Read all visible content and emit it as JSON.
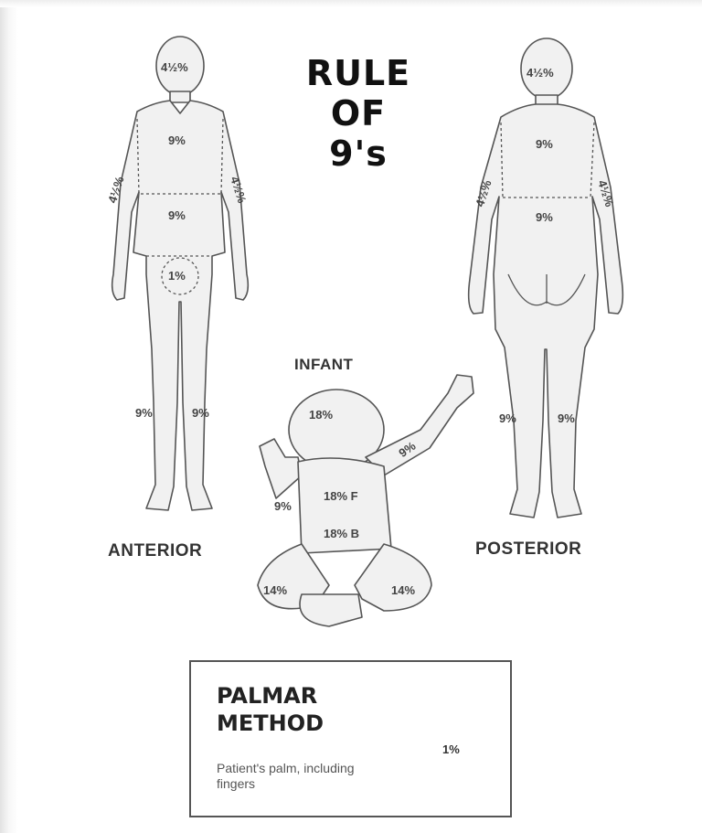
{
  "title": {
    "line1": "RULE",
    "line2": "OF",
    "line3": "9's"
  },
  "labels": {
    "anterior": "ANTERIOR",
    "posterior": "POSTERIOR",
    "infant": "INFANT"
  },
  "anterior": {
    "head": "4½%",
    "chest": "9%",
    "abdomen": "9%",
    "perineum": "1%",
    "left_arm": "4½%",
    "right_arm": "4½%",
    "left_leg": "9%",
    "right_leg": "9%"
  },
  "posterior": {
    "head": "4½%",
    "upper_back": "9%",
    "lower_back": "9%",
    "left_arm": "4½%",
    "right_arm": "4½%",
    "left_leg": "9%",
    "right_leg": "9%"
  },
  "infant": {
    "head": "18%",
    "front_torso": "18% F",
    "back_torso": "18% B",
    "left_arm": "9%",
    "right_arm": "9%",
    "left_leg": "14%",
    "right_leg": "14%"
  },
  "palmar": {
    "title_line1": "PALMAR",
    "title_line2": "METHOD",
    "desc": "Patient's palm, including fingers",
    "value": "1%"
  }
}
